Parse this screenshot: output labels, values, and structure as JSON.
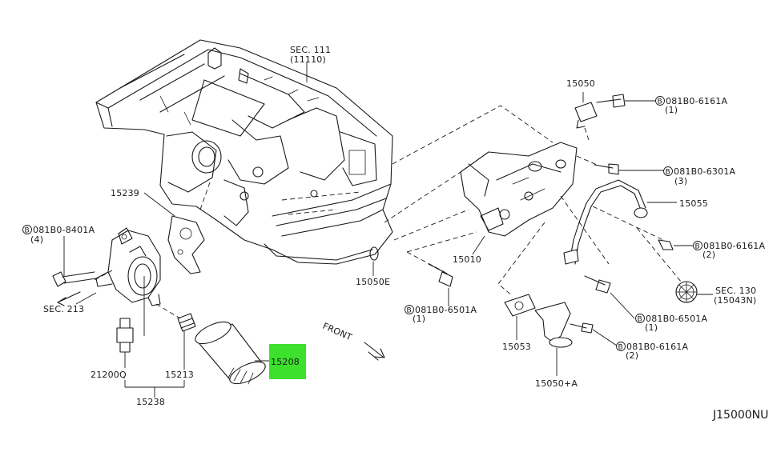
{
  "highlight_color": "#3de02c",
  "labels": {
    "sec111": "SEC. 111",
    "p11110": "(11110)",
    "p15239": "15239",
    "p08180_8401a": "081B0-8401A",
    "qty4": "(4)",
    "sec213": "SEC. 213",
    "p15050e": "15050E",
    "p15050": "15050",
    "p08180_6161a_top": "081B0-6161A",
    "qty1_top": "(1)",
    "p08180_6301a": "081B0-6301A",
    "qty3": "(3)",
    "p15055": "15055",
    "p08180_6161a_mid": "081B0-6161A",
    "qty2_mid": "(2)",
    "p15010": "15010",
    "p08180_6501a_left": "081B0-6501A",
    "qty1_left": "(1)",
    "sec130": "SEC. 130",
    "p15043n": "(15043N)",
    "p08180_6501a_right": "081B0-6501A",
    "qty1_right": "(1)",
    "p08180_6161a_bot": "081B0-6161A",
    "qty2_bot": "(2)",
    "p15053": "15053",
    "p15050a": "15050+A",
    "front": "FRONT",
    "p21200q": "21200Q",
    "p15213": "15213",
    "p15238": "15238",
    "p15208": "15208",
    "diagram_code": "J15000NU"
  },
  "bolt_symbol": "B"
}
